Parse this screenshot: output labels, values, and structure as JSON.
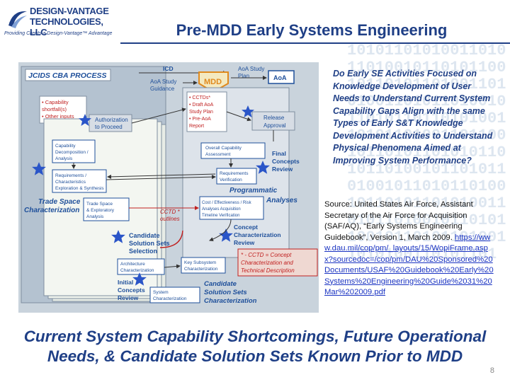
{
  "header": {
    "logo_line1": "DESIGN-VANTAGE",
    "logo_line2": "TECHNOLOGIES, LLC",
    "logo_tagline": "Providing Clients a Design-Vantage™ Advantage",
    "title": "Pre-MDD Early Systems Engineering"
  },
  "diagram": {
    "process_title": "JCIDS CBA PROCESS",
    "icd": "ICD",
    "aoa_study_guidance": [
      "AoA Study",
      "Guidance"
    ],
    "mdd": "MDD",
    "aoa_study_plan": [
      "AoA Study",
      "Plan"
    ],
    "aoa": "AoA",
    "capability_bullets": [
      "• Capability",
      "  shortfall(s)",
      "• Other inputs"
    ],
    "cctds_bullets": [
      "• CCTDs*",
      "• Draft AoA",
      "  Study Plan",
      "• Pre-AoA",
      "  Report"
    ],
    "authorization": [
      "Authorization",
      "to Proceed"
    ],
    "release_approval": [
      "Release",
      "Approval"
    ],
    "capability_decomposition": [
      "Capability",
      "Decomposition /",
      "Analysis"
    ],
    "overall_capability": [
      "Overall Capability",
      "Assessment"
    ],
    "requirements_characteristics": [
      "Requirements /",
      "Characteristics",
      "Exploration & Synthesis"
    ],
    "final_concepts_review": [
      "Final",
      "Concepts",
      "Review"
    ],
    "requirements_verification": [
      "Requirements",
      "Verification"
    ],
    "programmatic_analyses": [
      "Programmatic",
      "Analyses"
    ],
    "trade_space_characterization": [
      "Trade Space",
      "Characterization"
    ],
    "trade_space_exploratory": [
      "Trade Space",
      "& Exploratory",
      "Analysis"
    ],
    "cost_effectiveness": [
      "Cost / Effectiveness / Risk",
      "Analyses Acquisition",
      "Timeline Verification"
    ],
    "cctd_outlines": [
      "CCTD *",
      "outlines"
    ],
    "candidate_solution_sets_selection": [
      "Candidate",
      "Solution Sets",
      "Selection"
    ],
    "concept_characterization_review": [
      "Concept",
      "Characterization",
      "Review"
    ],
    "cctd_footnote": [
      "* - CCTD = Concept",
      "Characterization and",
      "Technical Description"
    ],
    "architecture_characterization": [
      "Architecture",
      "Characterization"
    ],
    "key_subsystem_characterization": [
      "Key Subsystem",
      "Characterization"
    ],
    "initial_concepts_review": [
      "Initial",
      "Concepts",
      "Review"
    ],
    "system_characterization": [
      "System",
      "Characterization"
    ],
    "candidate_solution_sets_characterization": [
      "Candidate",
      "Solution Sets",
      "Characterization"
    ]
  },
  "callout": "Do Early SE Activities Focused on Knowledge Development of User Needs to Understand Current System Capability Gaps Align with the same Types of Early S&T Knowledge Development Activities to Understand Physical Phenomena Aimed at Improving System Performance?",
  "source": {
    "text": "Source: United States Air Force, Assistant Secretary of the Air Force for Acquisition (SAF/AQ), “Early Systems Engineering Guidebook”, Version 1, March 2009.",
    "link": "https://www.dau.mil/cop/pm/_layouts/15/WopiFrame.aspx?sourcedoc=/cop/pm/DAU%20Sponsored%20Documents/USAF%20Guidebook%20Early%20Systems%20Engineering%20Guide%2031%20Mar%202009.pdf"
  },
  "bottom_banner": "Current System Capability Shortcomings, Future Operational Needs, & Candidate Solution Sets Known Prior to MDD",
  "page_number": "8",
  "colors": {
    "brand_blue": "#1f3f86",
    "box_blue": "#1e4f9a",
    "star_blue": "#2a55c8",
    "mdd_orange": "#e08a1e",
    "red_text": "#d42020",
    "box_fill": "#f0f3ee",
    "diagram_bg": "#c9d3dc"
  }
}
